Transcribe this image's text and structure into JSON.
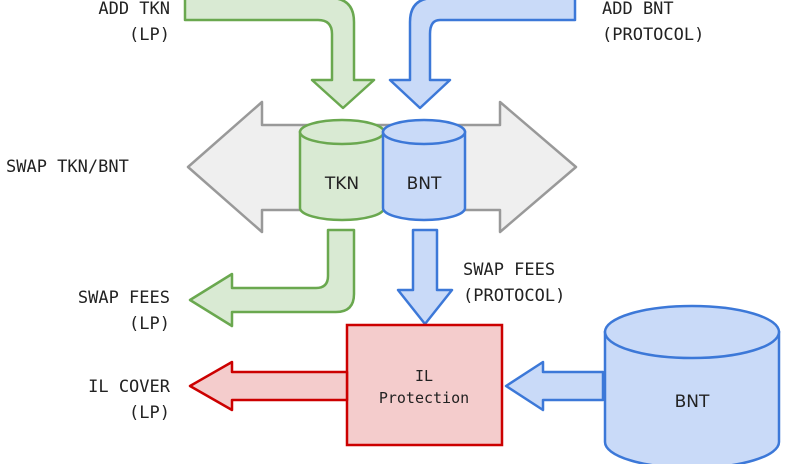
{
  "labels": {
    "add_tkn_line1": "ADD TKN",
    "add_tkn_line2": "(LP)",
    "add_bnt_line1": "ADD BNT",
    "add_bnt_line2": "(PROTOCOL)",
    "swap_tkn_bnt": "SWAP TKN/BNT",
    "swap_fees_lp_line1": "SWAP FEES",
    "swap_fees_lp_line2": "(LP)",
    "swap_fees_protocol_line1": "SWAP FEES",
    "swap_fees_protocol_line2": "(PROTOCOL)",
    "il_cover_line1": "IL COVER",
    "il_cover_line2": "(LP)",
    "il_protection_line1": "IL",
    "il_protection_line2": "Protection",
    "tkn_pool": "TKN",
    "bnt_pool": "BNT",
    "bnt_vault": "BNT"
  },
  "colors": {
    "green_fill": "#d9ead3",
    "green_stroke": "#6aa84f",
    "blue_fill": "#c9daf8",
    "blue_stroke": "#3c78d8",
    "gray_fill": "#efefef",
    "gray_stroke": "#999999",
    "red_fill": "#f4cccc",
    "red_stroke": "#cc0000"
  }
}
